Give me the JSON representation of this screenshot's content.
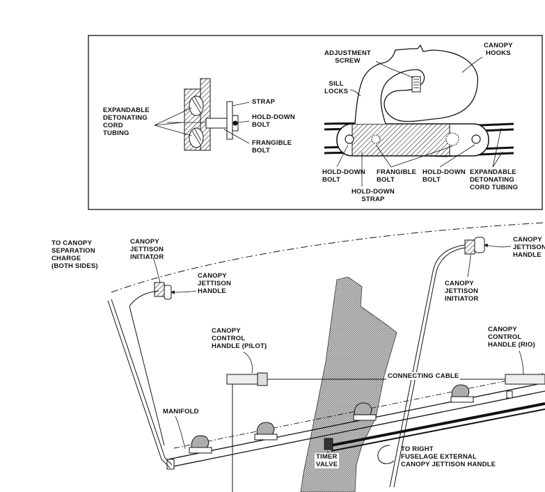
{
  "inset": {
    "left_detail": {
      "expandable_cord": "EXPANDABLE\nDETONATING\nCORD\nTUBING",
      "strap": "STRAP",
      "hold_down_bolt": "HOLD-DOWN\nBOLT",
      "frangible_bolt": "FRANGIBLE\nBOLT"
    },
    "right_detail": {
      "adjustment_screw": "ADJUSTMENT\nSCREW",
      "canopy_hooks": "CANOPY\nHOOKS",
      "sill_locks": "SILL\nLOCKS",
      "hold_down_bolt_left": "HOLD-DOWN\nBOLT",
      "frangible_bolt": "FRANGIBLE\nBOLT",
      "hold_down_bolt_right": "HOLD-DOWN\nBOLT",
      "expandable_cord": "EXPANDABLE\nDETONATING\nCORD TUBING",
      "hold_down_strap": "HOLD-DOWN\nSTRAP"
    }
  },
  "main": {
    "separation_charge": "TO CANOPY\nSEPARATION\nCHARGE\n(BOTH SIDES)",
    "initiator_left": "CANOPY\nJETTISON\nINITIATOR",
    "handle_left": "CANOPY\nJETTISON\nHANDLE",
    "handle_right": "CANOPY\nJETTISON\nHANDLE",
    "initiator_right": "CANOPY\nJETTISON\nINITIATOR",
    "control_handle_pilot": "CANOPY\nCONTROL\nHANDLE (PILOT)",
    "control_handle_rio": "CANOPY\nCONTROL\nHANDLE (RIO)",
    "connecting_cable": "CONNECTING CABLE",
    "manifold": "MANIFOLD",
    "timer_valve": "TIMER\nVALVE",
    "external_handle": "TO RIGHT\nFUSELAGE EXTERNAL\nCANOPY JETTISON HANDLE"
  }
}
